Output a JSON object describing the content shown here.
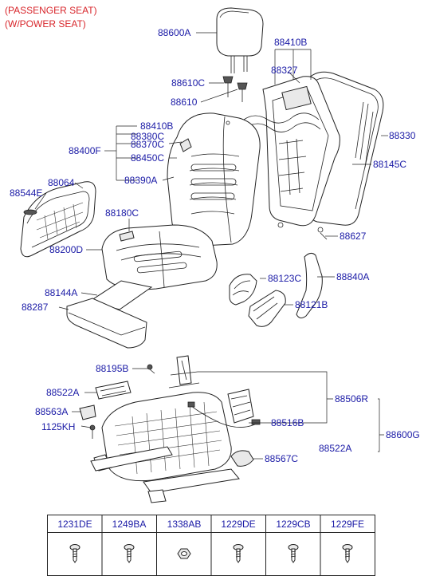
{
  "title": {
    "line1": "(PASSENGER SEAT)",
    "line2": "(W/POWER SEAT)"
  },
  "labels": {
    "l88600A": "88600A",
    "l88410B_top": "88410B",
    "l88327": "88327",
    "l88610C": "88610C",
    "l88610": "88610",
    "l88330": "88330",
    "l88410B_mid": "88410B",
    "l88380C": "88380C",
    "l88370C": "88370C",
    "l88400F": "88400F",
    "l88450C": "88450C",
    "l88145C": "88145C",
    "l88064": "88064",
    "l88390A": "88390A",
    "l88544E": "88544E",
    "l88180C": "88180C",
    "l88627": "88627",
    "l88200D": "88200D",
    "l88123C": "88123C",
    "l88840A": "88840A",
    "l88144A": "88144A",
    "l88121B": "88121B",
    "l88287": "88287",
    "l88195B": "88195B",
    "l88522A_left": "88522A",
    "l88506R": "88506R",
    "l88563A": "88563A",
    "l88516B": "88516B",
    "l1125KH": "1125KH",
    "l88600G": "88600G",
    "l88522A_right": "88522A",
    "l88567C": "88567C"
  },
  "fastener_table": {
    "headers": [
      "1231DE",
      "1249BA",
      "1338AB",
      "1229DE",
      "1229CB",
      "1229FE"
    ],
    "icons": [
      "screw-icon",
      "screw-icon",
      "nut-icon",
      "screw-icon",
      "screw-icon",
      "screw-icon"
    ]
  },
  "colors": {
    "title": "#d8262b",
    "label": "#1a1aa6",
    "line": "#222222"
  }
}
